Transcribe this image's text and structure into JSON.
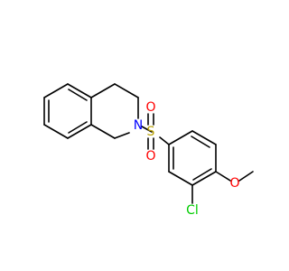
{
  "molecule": {
    "atoms": [
      {
        "id": "N",
        "label": "N",
        "color": "#0000ff"
      },
      {
        "id": "S",
        "label": "S",
        "color": "#b8a000"
      },
      {
        "id": "O1",
        "label": "O",
        "color": "#ff0000"
      },
      {
        "id": "O2",
        "label": "O",
        "color": "#ff0000"
      },
      {
        "id": "O3",
        "label": "O",
        "color": "#ff0000"
      },
      {
        "id": "Cl",
        "label": "Cl",
        "color": "#00cc00"
      }
    ]
  }
}
